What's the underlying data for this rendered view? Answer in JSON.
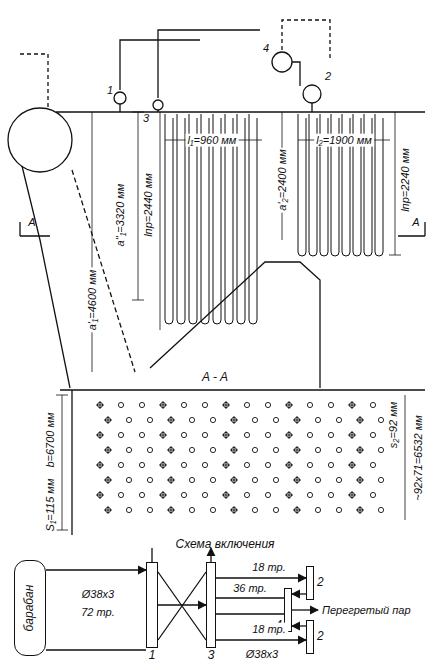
{
  "diagram": {
    "nodes": [
      {
        "text": [
          "барабан"
        ]
      },
      {
        "text": [
          "1"
        ]
      },
      {
        "text": [
          "3"
        ]
      },
      {
        "text": [
          "2"
        ]
      },
      {
        "text": [
          "4"
        ]
      },
      {
        "text": [
          "2"
        ]
      }
    ],
    "edges": [
      {
        "from": 0,
        "to": 1,
        "arrow": "to"
      },
      {
        "from": 1,
        "to": 2,
        "arrow": "to"
      },
      {
        "from": 2,
        "to": 3,
        "arrow": "to",
        "label": "18 тр."
      },
      {
        "from": 2,
        "to": 5,
        "arrow": "to",
        "label": "18 тр."
      },
      {
        "from": 3,
        "to": 4,
        "arrow": "to"
      },
      {
        "from": 5,
        "to": 4,
        "arrow": "to"
      }
    ],
    "labels": [
      "1",
      "3",
      "4",
      "2",
      "l₁=960 мм",
      "l₂=1900 мм",
      "lпр=2440 мм",
      "a''₁=3320 мм",
      "a'₂=2400 мм",
      "lпр=2240 мм",
      "a'₁=4600 мм",
      "A",
      "A",
      "A - A",
      "b=6700 мм",
      "S₁=115 мм",
      "s₂=92 мм",
      "~92х71=6532 мм",
      "Схема включения",
      "Ø38x3",
      "72 тр.",
      "36 тр.",
      "Перегретый пар",
      "Ø38x3"
    ]
  }
}
